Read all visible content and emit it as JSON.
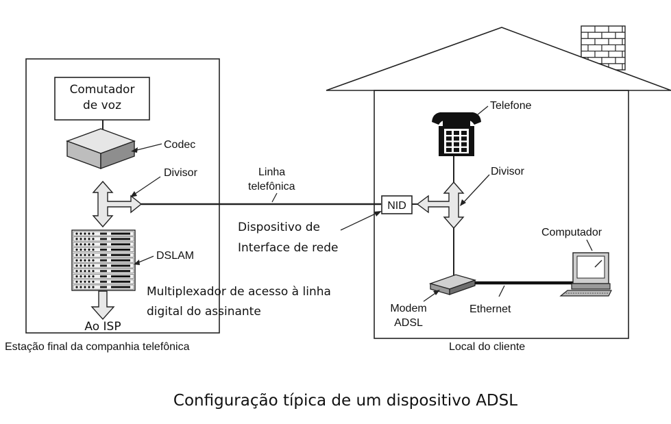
{
  "labels": {
    "comutador_line1": "Comutador",
    "comutador_line2": "de voz",
    "codec": "Codec",
    "divisor_left": "Divisor",
    "dslam": "DSLAM",
    "ao_isp": "Ao ISP",
    "estacao": "Estação final da companhia telefônica",
    "linha_line1": "Linha",
    "linha_line2": "telefônica",
    "nid": "NID",
    "dispositivo_line1": "Dispositivo de",
    "dispositivo_line2": "Interface de rede",
    "multiplexador_line1": "Multiplexador de acesso à linha",
    "multiplexador_line2": "digital do assinante",
    "telefone": "Telefone",
    "divisor_right": "Divisor",
    "computador": "Computador",
    "modem_line1": "Modem",
    "modem_line2": "ADSL",
    "ethernet": "Ethernet",
    "local": "Local do cliente"
  },
  "caption": "Configuração típica de um dispositivo ADSL"
}
